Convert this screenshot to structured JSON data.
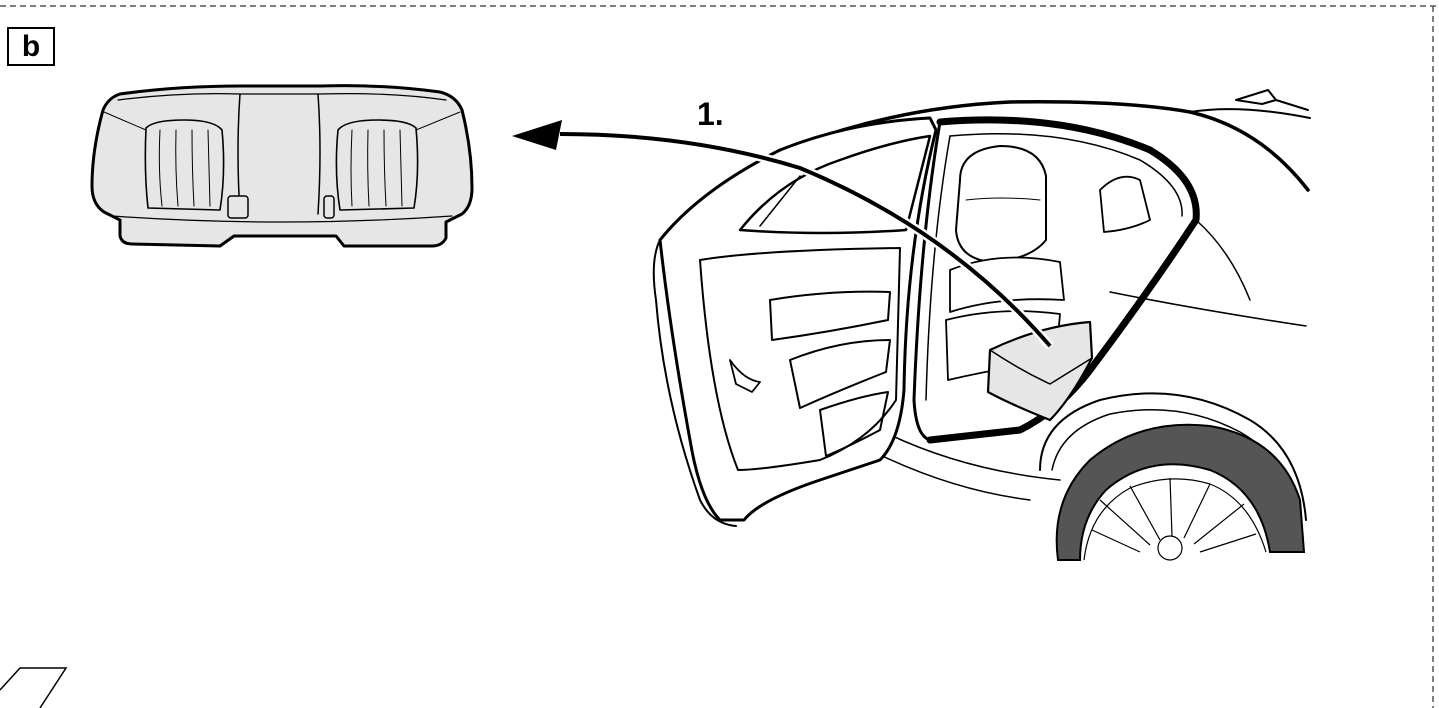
{
  "panel": {
    "label": "b"
  },
  "steps": [
    {
      "label": "1."
    }
  ],
  "colors": {
    "line": "#000000",
    "seat_fill": "#e6e6e6",
    "tire": "#555555",
    "background": "#ffffff"
  },
  "icons": [
    "rear-seat-cushion-illustration",
    "car-open-rear-door-illustration",
    "removal-arrow-icon"
  ]
}
